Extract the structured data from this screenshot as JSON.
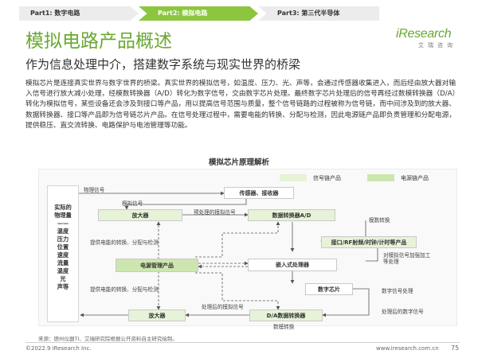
{
  "tabs": [
    {
      "label": "Part1: 数字电路"
    },
    {
      "label": "Part2: 模拟电路"
    },
    {
      "label": "Part3: 第三代半导体"
    }
  ],
  "logo": {
    "word": "iResearch",
    "sub": "艾瑞咨询"
  },
  "title": "模拟电路产品概述",
  "subtitle": "作为信息处理中介，搭建数字系统与现实世界的桥梁",
  "body": "模拟芯片是连接真实世界与数字世界的桥梁。真实世界的模拟信号，如温度、压力、光、声等，会通过传感器收集进入，而后经由放大器对输入信号进行放大减小处理，经模数转换器（A/D）转化为数字信号，交由数字芯片处理。最终数字芯片处理后的信号再经过数模转换器（D/A）转化为模拟信号，某些设备还会涉及到接口等产品，用以提高信号范围与质量，整个信号链路的过程被称为信号链，而中间涉及到的放大器、数据转换器、接口等产品即为信号链芯片产品。在信号处理过程中，需要电能的转换、分配与检测，因此电源链产品即负责管理和分配电源，提供稳压、直交流转换、电路保护与电池管理等功能。",
  "diagram": {
    "title": "模拟芯片原理解析",
    "legend_signal": "信号链产品",
    "legend_power": "电源链产品",
    "left_column": [
      "实际的",
      "物理量",
      "——",
      "温度",
      "压力",
      "位置",
      "速度",
      "流量",
      "温度",
      "光",
      "声等"
    ],
    "boxes": {
      "sensor": "传感器、接收器",
      "amp_top": "放大器",
      "adc": "数据转换器A/D",
      "interface": "接口/RF射频/时钟/计时等产品",
      "power_mgmt": "电源管理产品",
      "embedded": "嵌入式处理器",
      "digital_chip": "数字芯片",
      "amp_bottom": "放大器",
      "dac": "D/A数据转换器"
    },
    "labels": {
      "physical_signal": "物理信号",
      "analog_signal": "模拟信号",
      "preprocessed": "预处理的模拟信号",
      "ad_convert": "模数转换",
      "power_supply_1": "提供电能的转换、分配与检测",
      "power_supply_2": "提供电能的转换、分配与检测",
      "process_digital": "对模拟信号加强加工等处理",
      "digital_processing": "数字信号处理",
      "processed_analog": "处理后的模拟信号",
      "processed_digital": "处理后的数字信号",
      "da_convert": "数模转换"
    }
  },
  "source": "来源：德州仪器TI、艾瑞研究院根据公开资料自主研究绘制。",
  "footer": {
    "left": "©2022.9 iResearch Inc.",
    "right": "www.iresearch.com.cn",
    "page": "75"
  },
  "colors": {
    "accent": "#6aa830",
    "signal_chain": "#e7f3d8",
    "power_chain": "#cde6b0",
    "tab_active": "#8cc63f"
  }
}
